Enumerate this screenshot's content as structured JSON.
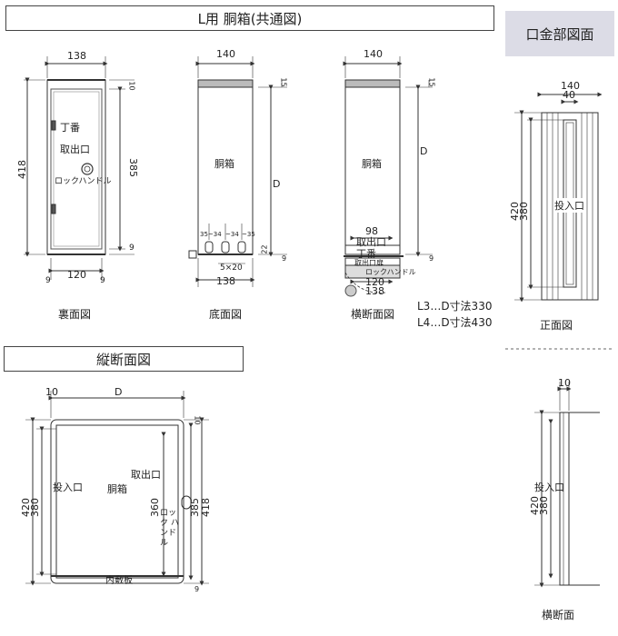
{
  "titles": {
    "main": "L用 胴箱(共通図)",
    "mouth": "口金部図面",
    "vertical": "縦断面図"
  },
  "captions": {
    "back": "裏面図",
    "bottom": "底面図",
    "cross": "横断面図",
    "front": "正面図",
    "side": "横断面"
  },
  "notes": {
    "l3": "L3…D寸法330",
    "l4": "L4…D寸法430"
  },
  "back_view": {
    "width": "138",
    "height": "418",
    "inner_height": "385",
    "inner_width": "120",
    "top_dim": "10",
    "bottom_dim": "9",
    "left_side": "9",
    "right_side": "9",
    "hinge": "丁番",
    "outlet": "取出口",
    "lock": "ロックハンドル"
  },
  "bottom_view": {
    "width": "140",
    "depth": "D",
    "top_dim": "15",
    "bottom_dim": "9",
    "body": "胴箱",
    "footer_width": "138",
    "holes": "5×20",
    "h1": "35~34",
    "h2": "~34",
    "h3": "~35",
    "small": "22"
  },
  "cross_view": {
    "width": "140",
    "depth": "D",
    "top_dim": "15",
    "bottom_dim": "9",
    "body": "胴箱",
    "d98": "98",
    "d120": "120",
    "d138": "138",
    "outlet": "取出口",
    "hinge": "丁番",
    "outlet_door": "取出口扉",
    "lock": "ロックハンドル"
  },
  "mouth_front": {
    "w140": "140",
    "w40": "40",
    "h420": "420",
    "h380": "380",
    "slot": "投入口"
  },
  "vertical_section": {
    "d10": "10",
    "depth": "D",
    "h420": "420",
    "h380": "380",
    "h360": "360",
    "h385": "385",
    "h418": "418",
    "d10b": "10",
    "d9": "9",
    "slot": "投入口",
    "body": "胴箱",
    "outlet": "取出口",
    "lock": "ロック ハンドル",
    "inner": "内敷板"
  },
  "side_section": {
    "d10": "10",
    "h420": "420",
    "h380": "380",
    "slot": "投入口"
  }
}
